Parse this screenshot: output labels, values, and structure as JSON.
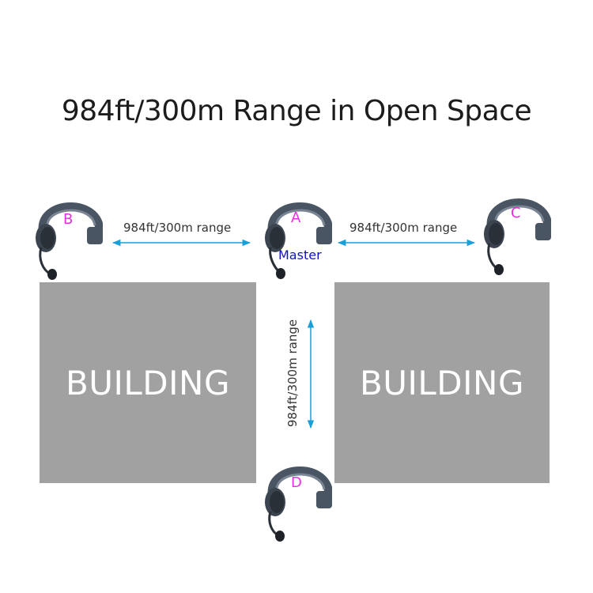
{
  "title": "984ft/300m Range in Open Space",
  "buildings": {
    "left_label": "BUILDING",
    "right_label": "BUILDING"
  },
  "ranges": {
    "b_to_a": "984ft/300m range",
    "a_to_c": "984ft/300m range",
    "a_to_d": "984ft/300m range"
  },
  "nodes": {
    "a": "A",
    "b": "B",
    "c": "C",
    "d": "D"
  },
  "master_label": "Master",
  "colors": {
    "arrow": "#1a9fd8",
    "node_letter": "#e630e0",
    "master": "#1010c8",
    "building": "#a1a1a1",
    "headset": "#4a5563"
  },
  "icons": [
    "headset-icon"
  ]
}
